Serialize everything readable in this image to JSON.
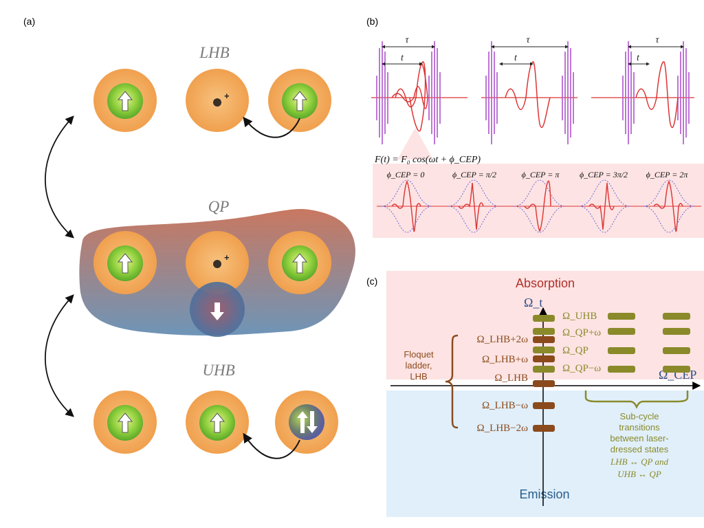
{
  "panel_a": {
    "label": "(a)",
    "lhb": "LHB",
    "qp": "QP",
    "uhb": "UHB"
  },
  "panel_b": {
    "label": "(b)",
    "tau": "τ",
    "t": "t",
    "formula": "F(t) = F₀ cos(ωt + ϕ_CEP)",
    "phases": [
      "ϕ_CEP = 0",
      "ϕ_CEP = π/2",
      "ϕ_CEP = π",
      "ϕ_CEP = 3π/2",
      "ϕ_CEP = 2π"
    ]
  },
  "panel_c": {
    "label": "(c)",
    "absorption": "Absorption",
    "emission": "Emission",
    "y_axis": "Ω_t",
    "x_axis": "Ω_CEP",
    "floquet": [
      "Floquet",
      "ladder,",
      "LHB"
    ],
    "lhb_levels": [
      "Ω_LHB+2ω",
      "Ω_LHB+ω",
      "Ω_LHB",
      "Ω_LHB−ω",
      "Ω_LHB−2ω"
    ],
    "qp_levels": [
      "Ω_UHB",
      "Ω_QP+ω",
      "Ω_QP",
      "Ω_QP−ω"
    ],
    "subcycle": [
      "Sub-cycle",
      "transitions",
      "between laser-",
      "dressed states",
      "LHB ↔ QP and",
      "UHB ↔ QP"
    ],
    "colors": {
      "brown": "#8b4a1c",
      "olive": "#8a8a2a",
      "absorption": "#b0302a",
      "emission": "#2a5d8a",
      "axis_blue": "#2a4f8a"
    }
  }
}
